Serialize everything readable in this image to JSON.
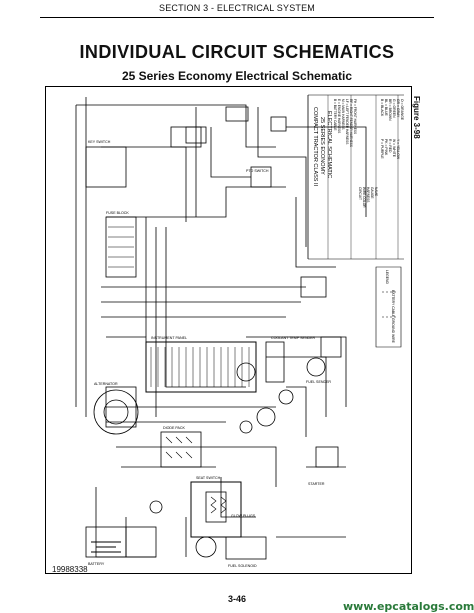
{
  "header": {
    "section": "SECTION 3 - ELECTRICAL SYSTEM"
  },
  "title": "INDIVIDUAL CIRCUIT SCHEMATICS",
  "subtitle": "25 Series Economy Electrical Schematic",
  "figure_label": "Figure 3-98",
  "title_block": {
    "line1": "COMPACT TRACTOR CLASS II",
    "line2": "25 SERIES ECONOMY",
    "line3": "ELECTRICAL SCHEMATIC"
  },
  "color_legend": [
    "B = BLACK",
    "BL = BLUE",
    "BR = BROWN",
    "G = GREEN",
    "GR = GRAY",
    "O = ORANGE",
    "P = PURPLE",
    "PK = PINK",
    "R = RED",
    "W = WHITE",
    "Y = YELLOW"
  ],
  "harness_legend": [
    "B = BATTERY CABLE",
    "E = ENGINE HARNESS",
    "M = MAIN HARNESS",
    "LF = LEFT FENDER HARNESS",
    "RF = RIGHT FENDER HARNESS",
    "FH = FRONT HARNESS"
  ],
  "wire_legend": [
    "CIRCUIT",
    "WIRE COLOR",
    "HARNESS",
    "GAUGE",
    "NAME"
  ],
  "legend_box": [
    "LEGEND",
    "BATTERY CABLE",
    "GROUND WIRE"
  ],
  "components": {
    "instrument_panel": "INSTRUMENT PANEL",
    "coolant_temp": "COOLANT TEMP SENDER",
    "fuel_sender": "FUEL SENDER",
    "starter": "STARTER",
    "alternator": "ALTERNATOR",
    "key_switch": "KEY SWITCH",
    "fuse_block": "FUSE BLOCK",
    "seat_switch": "SEAT SWITCH",
    "pto_switch": "PTO SWITCH",
    "glow_plugs": "GLOW PLUGS",
    "fuel_solenoid": "FUEL SOLENOID",
    "battery": "BATTERY",
    "diode_pack": "DIODE PACK"
  },
  "doc_number": "19988338",
  "page_number": "3-46",
  "watermark": "www.epcatalogs.com"
}
